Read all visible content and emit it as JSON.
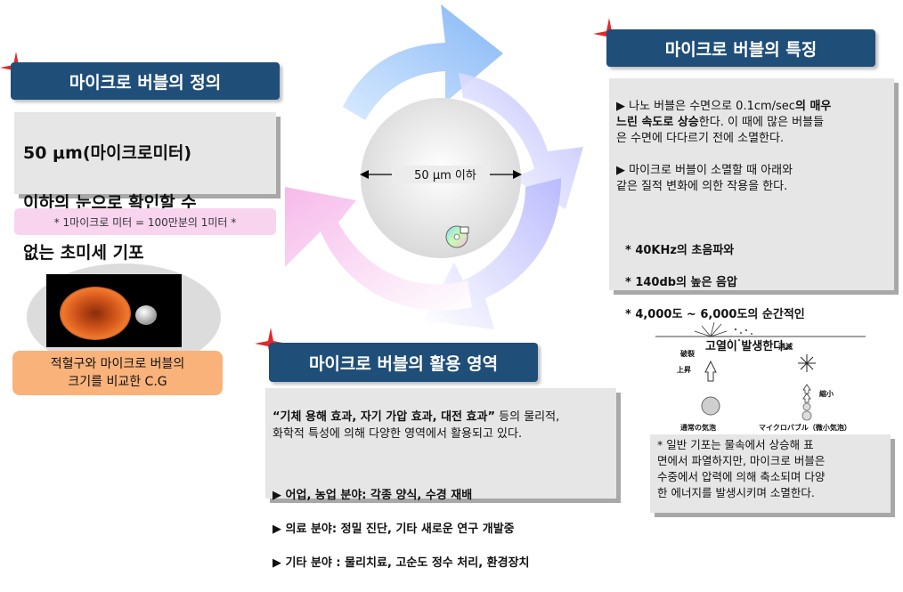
{
  "definition": {
    "title": "마이크로 버블의 정의",
    "text_line1": "50 μm(마이크로미터)",
    "text_line2": "이하의  눈으로 확인할 수",
    "text_line3": "없는 초미세 기포",
    "note": "* 1마이크로 미터 = 100만분의 1미터 *",
    "image_caption": "적혈구와 마이크로 버블의\n크기를 비교한 C.G"
  },
  "center": {
    "size_label": "50 μm 이하"
  },
  "features": {
    "title": "마이크로 버블의 특징",
    "p1_a": "▶ 나노 버블은 수면으로 0.1cm/sec",
    "p1_b": "의 매우",
    "p1_c": "느린 속도로 상승",
    "p1_d": "한다.  이 때에 많은 버블들\n은 수면에 다다르기 전에 소멸한다.",
    "p2": "▶ 마이크로 버블이 소멸할 때 아래와\n     같은 질적 변화에 의한 작용을 한다.",
    "list": [
      "* 40KHz의 초음파와",
      "* 140db의 높은 음압",
      "* 4,000도 ~ 6,000도의 순간적인"
    ],
    "list_tail": "고열이 발생한다."
  },
  "applications": {
    "title": "마이크로 버블의 활용 영역",
    "intro_bold": "“기체 용해 효과, 자기 가압 효과, 대전 효과”",
    "intro_rest": " 등의 물리적,\n화학적 특성에 의해 다양한 영역에서 활용되고 있다.",
    "items": [
      "▶  어업, 농업 분야: 각종 양식, 수경 재배",
      "▶  의료 분야: 정밀 진단, 기타 새로운 연구 개발중",
      "▶  기타 분야 : 물리치료, 고순도 정수 처리, 환경장치"
    ]
  },
  "comparison_figure": {
    "label_burst": "破裂",
    "label_rise": "上昇",
    "label_vanish": "消滅",
    "label_shrink": "縮小",
    "label_normal": "通常の気泡",
    "label_micro": "マイクロバブル（微小気泡）"
  },
  "comparison_note": "* 일반 기포는 물속에서 상승해     표\n면에서 파열하지만, 마이크로 버블은\n수중에서 압력에 의해 축소되며 다양\n한 에너지를 발생시키며 소멸한다.",
  "colors": {
    "title_bar": "#1f4e79",
    "star": "#e8252a",
    "pink_note": "#f9d4ee",
    "orange_caption": "#f9b27a",
    "box_bg": "#e6e6e6"
  }
}
